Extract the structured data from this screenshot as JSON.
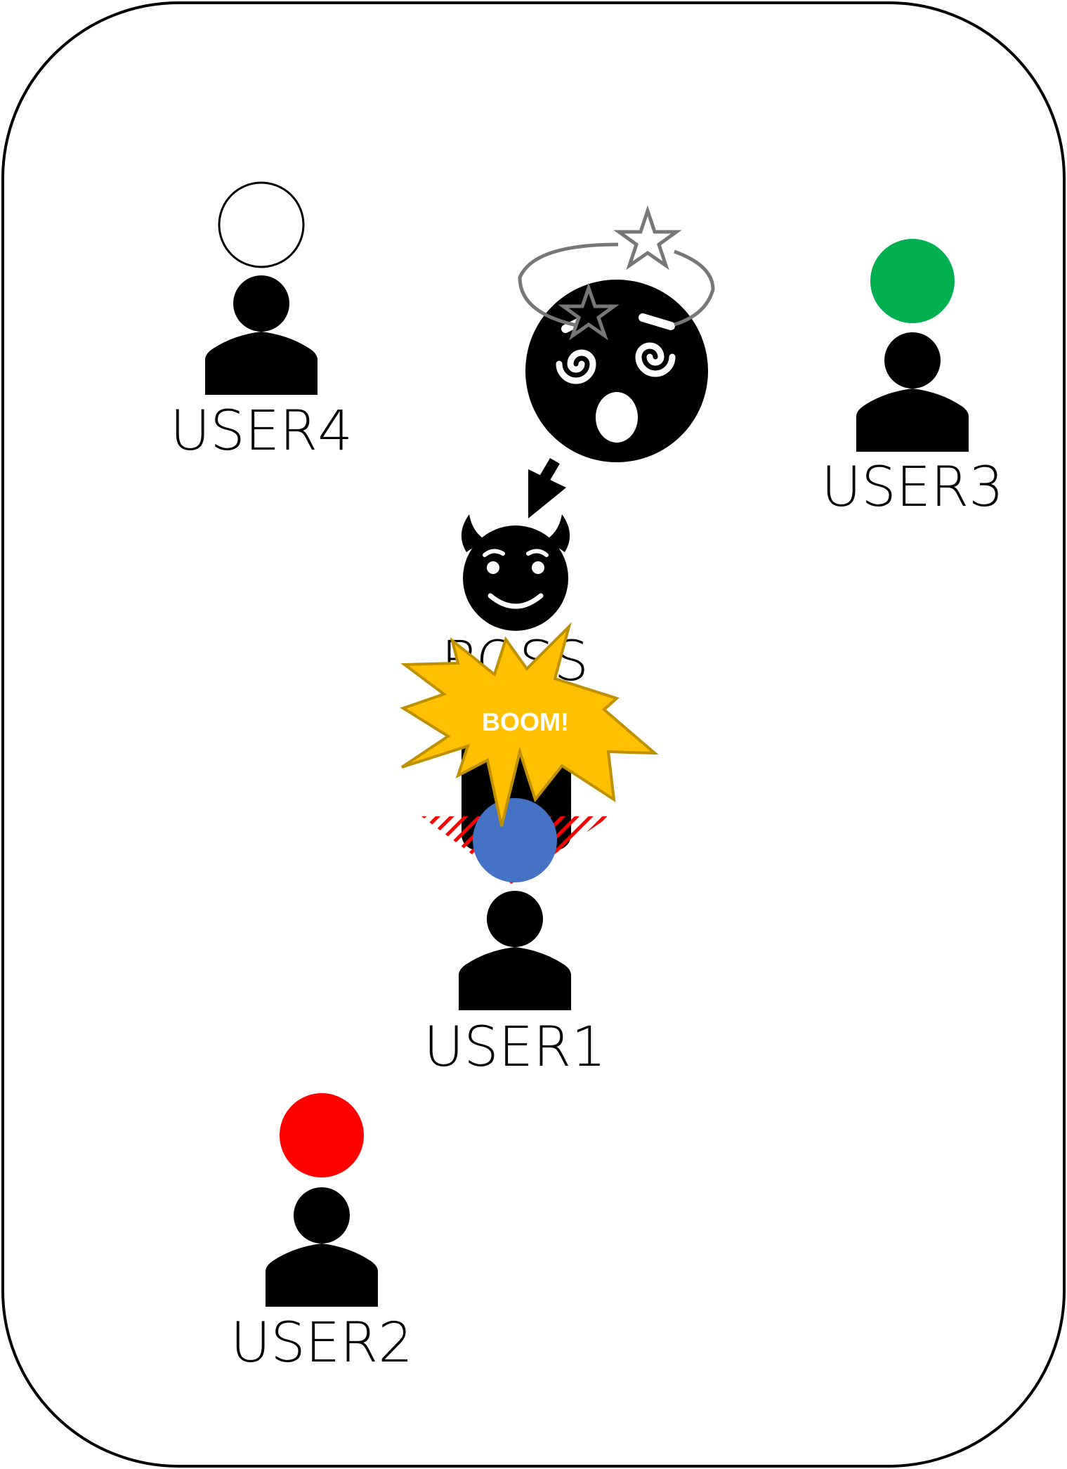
{
  "scene": {
    "frame": "rounded-card",
    "boss": {
      "label": "BOSS",
      "icon": "devil-face-icon",
      "status_icon": "dizzy-face-icon",
      "effect_icon": "dizzy-stars-icon",
      "indicator_arrow_icon": "arrow-down-left-icon"
    },
    "explosion": {
      "text": "BOOM!",
      "icon": "explosion-burst-icon",
      "fill": "#FFC000",
      "stroke": "#BF9000"
    },
    "hazard": {
      "icon": "red-hatched-cone",
      "color": "#FF0000"
    },
    "users": [
      {
        "label": "USER1",
        "marker_color": "#4472C4",
        "marker_style": "filled",
        "icon": "person-icon"
      },
      {
        "label": "USER2",
        "marker_color": "#FF0000",
        "marker_style": "filled",
        "icon": "person-icon"
      },
      {
        "label": "USER3",
        "marker_color": "#00B050",
        "marker_style": "filled",
        "icon": "person-icon"
      },
      {
        "label": "USER4",
        "marker_color": "#FFFFFF",
        "marker_style": "outline",
        "icon": "person-icon"
      }
    ]
  }
}
